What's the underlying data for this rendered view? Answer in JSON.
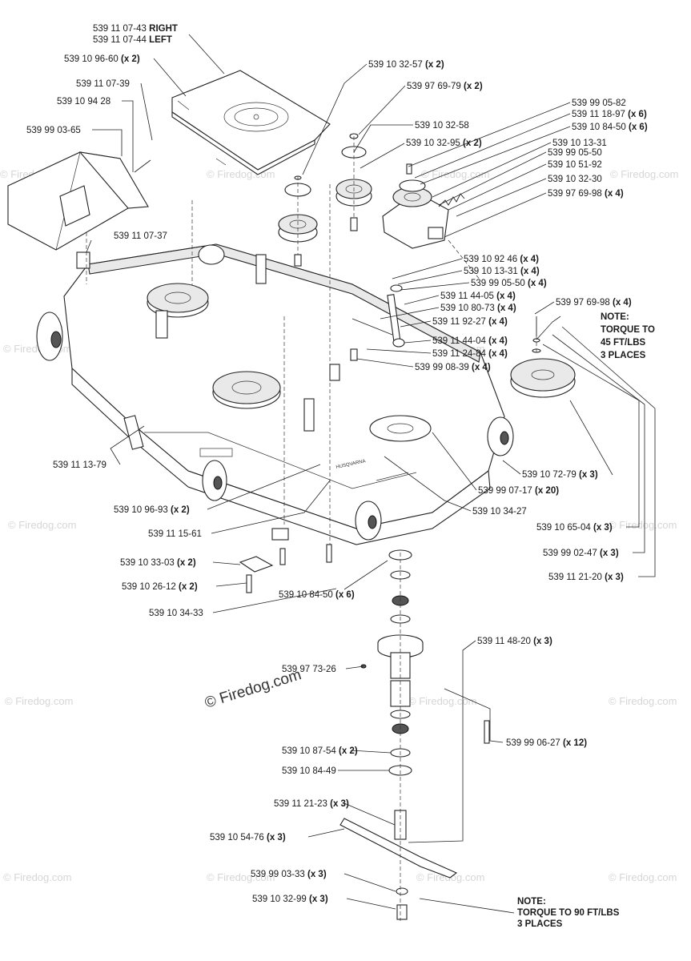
{
  "watermark": {
    "text": "© Firedog.com",
    "color": "#d6d6d6"
  },
  "labels": {
    "deck_right": "539 11 07-43",
    "deck_right_suffix": "RIGHT",
    "deck_left": "539 11 07-44",
    "deck_left_suffix": "LEFT",
    "l_109660": "539 10 96-60",
    "q_109660": "(x 2)",
    "l_110739": "539 11 07-39",
    "l_109428": "539 10 94 28",
    "l_990365": "539 99 03-65",
    "l_110737": "539 11 07-37",
    "l_103257": "539 10 32-57",
    "q_103257": "(x 2)",
    "l_976979": "539 97 69-79",
    "q_976979": "(x 2)",
    "l_103258": "539 10 32-58",
    "l_103295": "539 10 32-95",
    "q_103295": "(x 2)",
    "l_990582": "539 99 05-82",
    "l_111897": "539 11 18-97",
    "q_111897": "(x 6)",
    "l_108450a": "539 10 84-50",
    "q_108450a": "(x 6)",
    "l_101331a": "539 10 13-31",
    "l_990550a": "539 99 05-50",
    "l_105192": "539 10 51-92",
    "l_103230": "539 10 32-30",
    "l_976998a": "539 97 69-98",
    "q_976998a": "(x 4)",
    "l_109246": "539 10 92 46",
    "q_109246": "(x 4)",
    "l_101331b": "539 10 13-31",
    "q_101331b": "(x 4)",
    "l_990550b": "539 99 05-50",
    "q_990550b": "(x 4)",
    "l_114405": "539 11 44-05",
    "q_114405": "(x 4)",
    "l_108073": "539 10 80-73",
    "q_108073": "(x 4)",
    "l_119227": "539 11 92-27",
    "q_119227": "(x 4)",
    "l_114404": "539 11 44-04",
    "q_114404": "(x 4)",
    "l_112484": "539 11 24-84",
    "q_112484": "(x 4)",
    "l_990839": "539 99 08-39",
    "q_990839": "(x 4)",
    "l_976998b": "539 97 69-98",
    "q_976998b": "(x 4)",
    "l_111379": "539 11 13-79",
    "l_107279": "539 10 72-79",
    "q_107279": "(x 3)",
    "l_990717": "539 99 07-17",
    "q_990717": "(x 20)",
    "l_103427": "539 10 34-27",
    "l_109693": "539 10 96-93",
    "q_109693": "(x 2)",
    "l_111561": "539 11 15-61",
    "l_106504": "539 10 65-04",
    "q_106504": "(x 3)",
    "l_990247": "539 99 02-47",
    "q_990247": "(x 3)",
    "l_112120": "539 11 21-20",
    "q_112120": "(x 3)",
    "l_103303": "539 10 33-03",
    "q_103303": "(x 2)",
    "l_102612": "539 10 26-12",
    "q_102612": "(x 2)",
    "l_108450b": "539 10 84-50",
    "q_108450b": "(x 6)",
    "l_103433": "539 10 34-33",
    "l_114820": "539 11 48-20",
    "q_114820": "(x 3)",
    "l_977326": "539 97 73-26",
    "l_990627": "539 99 06-27",
    "q_990627": "(x 12)",
    "l_108754": "539 10 87-54",
    "q_108754": "(x 2)",
    "l_108449": "539 10 84-49",
    "l_112123": "539 11 21-23",
    "q_112123": "(x 3)",
    "l_105476": "539 10 54-76",
    "q_105476": "(x 3)",
    "l_990333": "539 99 03-33",
    "q_990333": "(x 3)",
    "l_103299": "539 10 32-99",
    "q_103299": "(x 3)"
  },
  "notes": {
    "n1_line1": "NOTE:",
    "n1_line2": "TORQUE TO",
    "n1_line3": "45 FT/LBS",
    "n1_line4": "3 PLACES",
    "n2_line1": "NOTE:",
    "n2_line2": "TORQUE TO 90 FT/LBS",
    "n2_line3": "3 PLACES"
  },
  "deck_brand": "HUSQVARNA"
}
